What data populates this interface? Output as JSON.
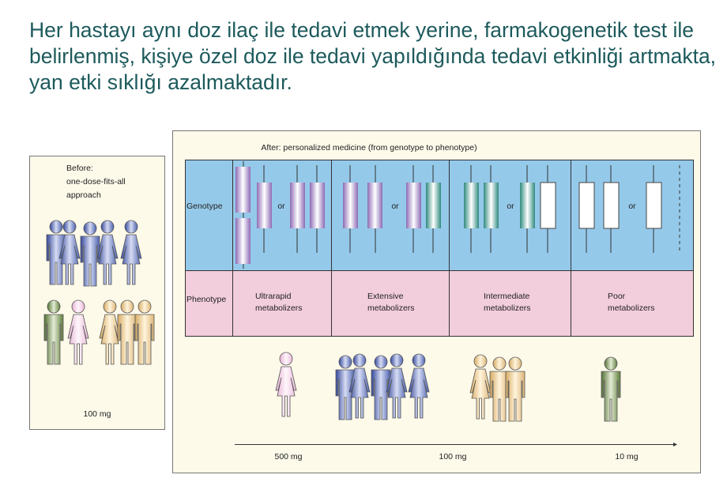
{
  "slide": {
    "title": "Her hastayı aynı doz ilaç ile tedavi etmek yerine, farmakogenetik test ile belirlenmiş, kişiye özel doz ile tedavi yapıldığında tedavi etkinliği artmakta, yan etki sıklığı azalmaktadır."
  },
  "before": {
    "line1": "Before:",
    "line2": "one-dose-fits-all",
    "line3": "approach",
    "dose": "100 mg"
  },
  "after": {
    "title": "After: personalized medicine (from genotype to phenotype)",
    "row_genotype": "Genotype",
    "row_phenotype": "Phenotype",
    "or": "or",
    "phenotypes": [
      {
        "line1": "Ultrarapid",
        "line2": "metabolizers"
      },
      {
        "line1": "Extensive",
        "line2": "metabolizers"
      },
      {
        "line1": "Intermediate",
        "line2": "metabolizers"
      },
      {
        "line1": "Poor",
        "line2": "metabolizers"
      }
    ],
    "doses": [
      "500 mg",
      "100 mg",
      "10 mg"
    ]
  },
  "colors": {
    "title": "#1d5a5c",
    "panel": "#fdfaea",
    "genotype_row": "#95c9ea",
    "phenotype_row": "#f2cddb",
    "blue_people": "#4a5fae",
    "pink_people": "#e9b9d8",
    "tan_people": "#dcb576",
    "green_people": "#5f7d3c"
  }
}
